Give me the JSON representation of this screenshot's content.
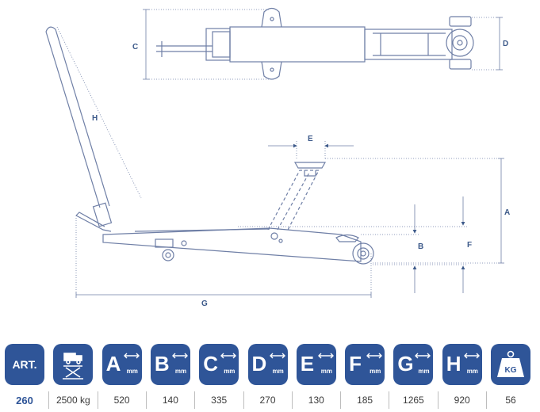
{
  "dimension_labels": {
    "a": "A",
    "b": "B",
    "c": "C",
    "d": "D",
    "e": "E",
    "f": "F",
    "g": "G",
    "h": "H"
  },
  "colors": {
    "accent": "#2f5598",
    "line": "#6f7fa6",
    "dim": "#3d5a8a"
  },
  "spec_table": {
    "headers": [
      {
        "kind": "text",
        "text": "ART."
      },
      {
        "kind": "icon",
        "icon": "truck-lift-icon"
      },
      {
        "kind": "dimension",
        "letter": "A",
        "unit": "mm"
      },
      {
        "kind": "dimension",
        "letter": "B",
        "unit": "mm"
      },
      {
        "kind": "dimension",
        "letter": "C",
        "unit": "mm"
      },
      {
        "kind": "dimension",
        "letter": "D",
        "unit": "mm"
      },
      {
        "kind": "dimension",
        "letter": "E",
        "unit": "mm"
      },
      {
        "kind": "dimension",
        "letter": "F",
        "unit": "mm"
      },
      {
        "kind": "dimension",
        "letter": "G",
        "unit": "mm"
      },
      {
        "kind": "dimension",
        "letter": "H",
        "unit": "mm"
      },
      {
        "kind": "icon",
        "icon": "weight-kg-icon",
        "text": "KG"
      }
    ],
    "values": [
      "260",
      "2500 kg",
      "520",
      "140",
      "335",
      "270",
      "130",
      "185",
      "1265",
      "920",
      "56"
    ]
  }
}
